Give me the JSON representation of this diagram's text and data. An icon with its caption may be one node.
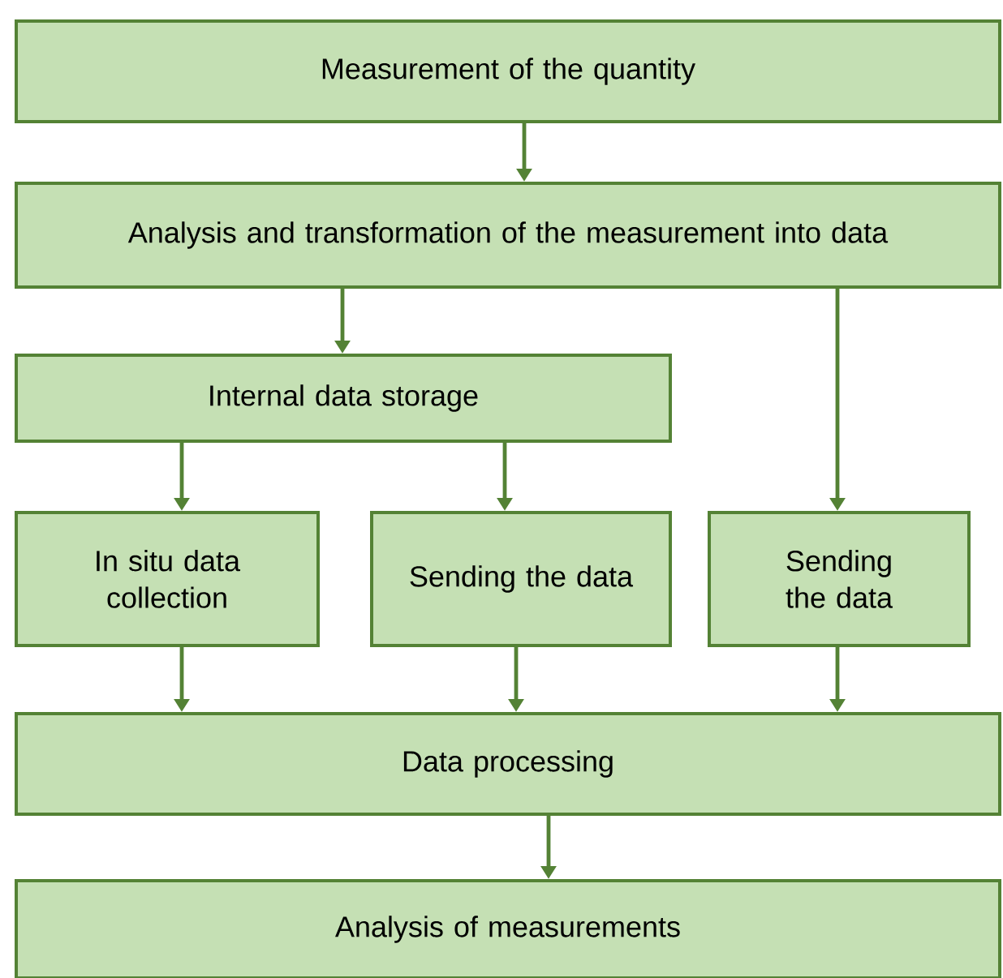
{
  "diagram": {
    "nodes": [
      {
        "text": [
          "Measurement of the quantity"
        ]
      },
      {
        "text": [
          "Analysis and transformation of the measurement into data"
        ]
      },
      {
        "text": [
          "Internal data storage"
        ]
      },
      {
        "text": [
          "In situ data collection"
        ]
      },
      {
        "text": [
          "Sending the data"
        ]
      },
      {
        "text": [
          "Sending the data"
        ]
      },
      {
        "text": [
          "Data processing"
        ]
      },
      {
        "text": [
          "Analysis of measurements"
        ]
      }
    ],
    "edges": [
      {
        "from": 0,
        "to": 1,
        "arrow": "to"
      },
      {
        "from": 1,
        "to": 2,
        "arrow": "to"
      },
      {
        "from": 1,
        "to": 5,
        "arrow": "to"
      },
      {
        "from": 2,
        "to": 3,
        "arrow": "to"
      },
      {
        "from": 2,
        "to": 4,
        "arrow": "to"
      },
      {
        "from": 3,
        "to": 6,
        "arrow": "to"
      },
      {
        "from": 4,
        "to": 6,
        "arrow": "to"
      },
      {
        "from": 5,
        "to": 6,
        "arrow": "to"
      },
      {
        "from": 6,
        "to": 7,
        "arrow": "to"
      }
    ]
  }
}
